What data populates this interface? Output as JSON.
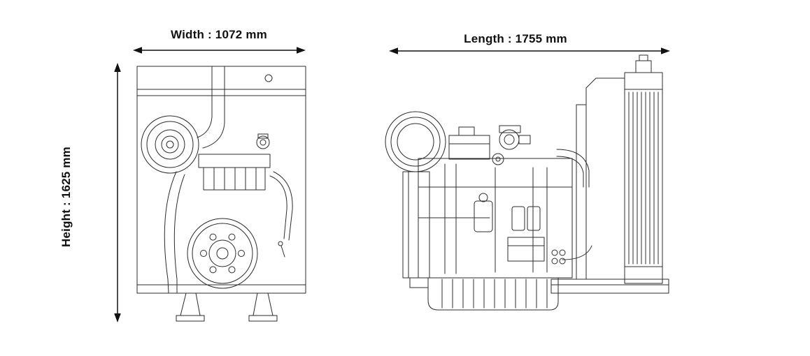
{
  "diagram": {
    "type": "engine-dimension-outline-drawing",
    "background_color": "#ffffff",
    "line_color": "#2b2b2b",
    "text_color": "#111111",
    "dimensions": {
      "width_label": "Width : 1072 mm",
      "width_mm": 1072,
      "length_label": "Length : 1755 mm",
      "length_mm": 1755,
      "height_label": "Height : 1625 mm",
      "height_mm": 1625
    },
    "views": [
      {
        "id": "front-view",
        "description": "engine front view line drawing"
      },
      {
        "id": "side-view",
        "description": "engine side view line drawing"
      }
    ]
  }
}
